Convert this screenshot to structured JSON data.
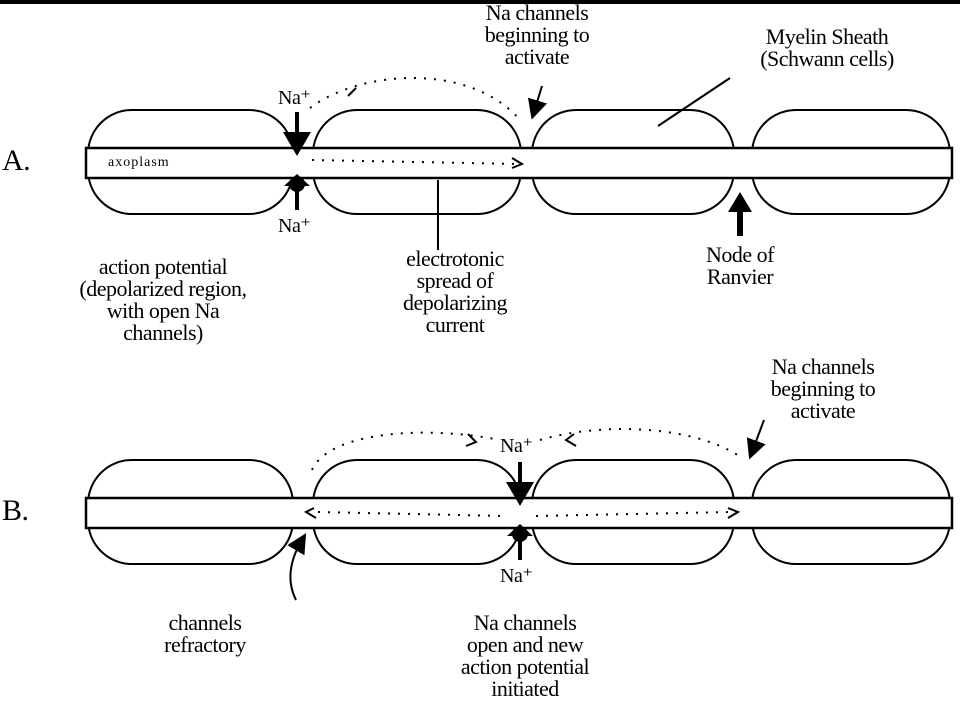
{
  "panels": {
    "a": {
      "letter": "A.",
      "axoplasm": "axoplasm",
      "na_top": "Na⁺",
      "na_bottom": "Na⁺",
      "channels_activate": "Na channels\nbeginning to\nactivate",
      "myelin": "Myelin Sheath\n(Schwann cells)",
      "action_potential": "action potential\n(depolarized region,\nwith open Na\nchannels)",
      "electrotonic": "electrotonic\nspread of\ndepolarizing\ncurrent",
      "node": "Node of\nRanvier"
    },
    "b": {
      "letter": "B.",
      "na_top": "Na⁺",
      "na_bottom": "Na⁺",
      "channels_activate": "Na channels\nbeginning to\nactivate",
      "refractory": "channels\nrefractory",
      "new_ap": "Na channels\nopen and new\naction potential\ninitiated"
    }
  }
}
